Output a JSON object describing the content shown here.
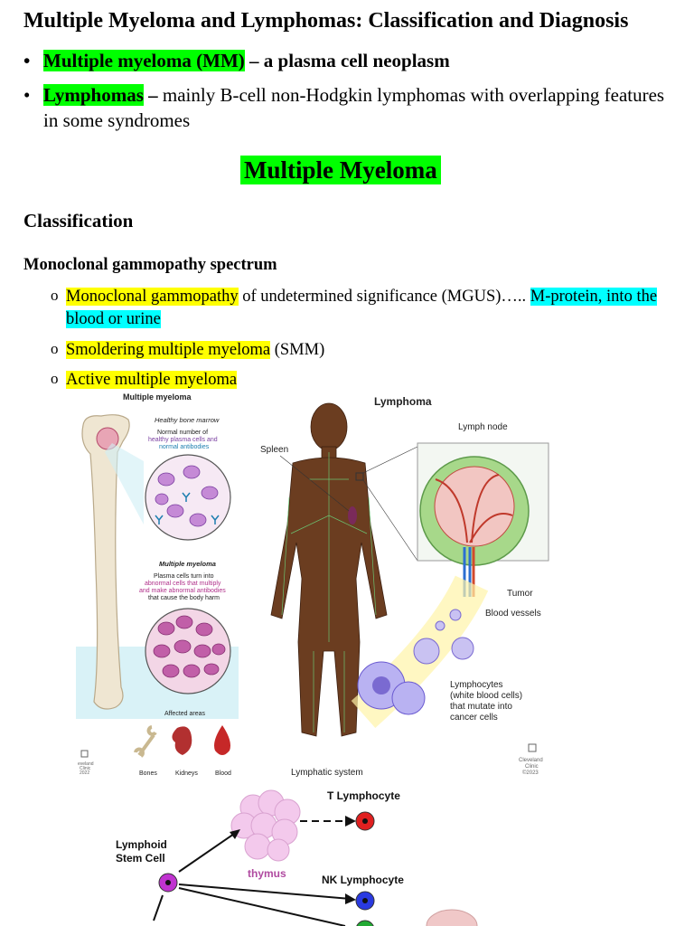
{
  "title": "Multiple Myeloma and Lymphomas: Classification and Diagnosis",
  "bullets": [
    {
      "highlight": "Multiple myeloma (MM)",
      "rest": " – a plasma cell neoplasm"
    },
    {
      "highlight": "Lymphomas",
      "dash": " –",
      "rest": " mainly B-cell non-Hodgkin lymphomas with overlapping features in some syndromes"
    }
  ],
  "section_title": "Multiple Myeloma",
  "classification_heading": "Classification",
  "spectrum_heading": "Monoclonal gammopathy spectrum",
  "spectrum_items": [
    {
      "hl": "Monoclonal gammopathy",
      "rest": " of undetermined significance (MGUS)….. ",
      "hl2": "M-protein, into the blood or urine"
    },
    {
      "hl": "Smoldering multiple myeloma",
      "rest": " (SMM)"
    },
    {
      "hl": "Active multiple myeloma",
      "rest": ""
    }
  ],
  "figure_myeloma": {
    "title": "Multiple myeloma",
    "healthy_heading": "Healthy bone marrow",
    "healthy_text": [
      "Normal number of",
      "healthy plasma cells and",
      "normal antibodies"
    ],
    "mm_heading": "Multiple myeloma",
    "mm_text": [
      "Plasma cells turn into",
      "abnormal cells that multiply",
      "and make abnormal antibodies",
      "that cause the body harm"
    ],
    "affected": "Affected areas",
    "organs": [
      "Bones",
      "Kidneys",
      "Blood"
    ],
    "credit": [
      "eveland",
      "Clinic",
      "2022"
    ]
  },
  "figure_lymphoma": {
    "title": "Lymphoma",
    "labels": {
      "spleen": "Spleen",
      "node": "Lymph node",
      "tumor": "Tumor",
      "vessels": "Blood vessels",
      "lymphocytes": [
        "Lymphocytes",
        "(white blood cells)",
        "that mutate into",
        "cancer cells"
      ],
      "system": "Lymphatic system"
    },
    "credit": [
      "Cleveland",
      "Clinic",
      "©2023"
    ]
  },
  "figure_lineage": {
    "stem": [
      "Lymphoid",
      "Stem Cell"
    ],
    "thymus": "thymus",
    "t_cell": "T Lymphocyte",
    "nk_cell": "NK Lymphocyte"
  },
  "colors": {
    "green_highlight": "#00ff00",
    "yellow_highlight": "#ffff00",
    "cyan_highlight": "#00ffff"
  }
}
